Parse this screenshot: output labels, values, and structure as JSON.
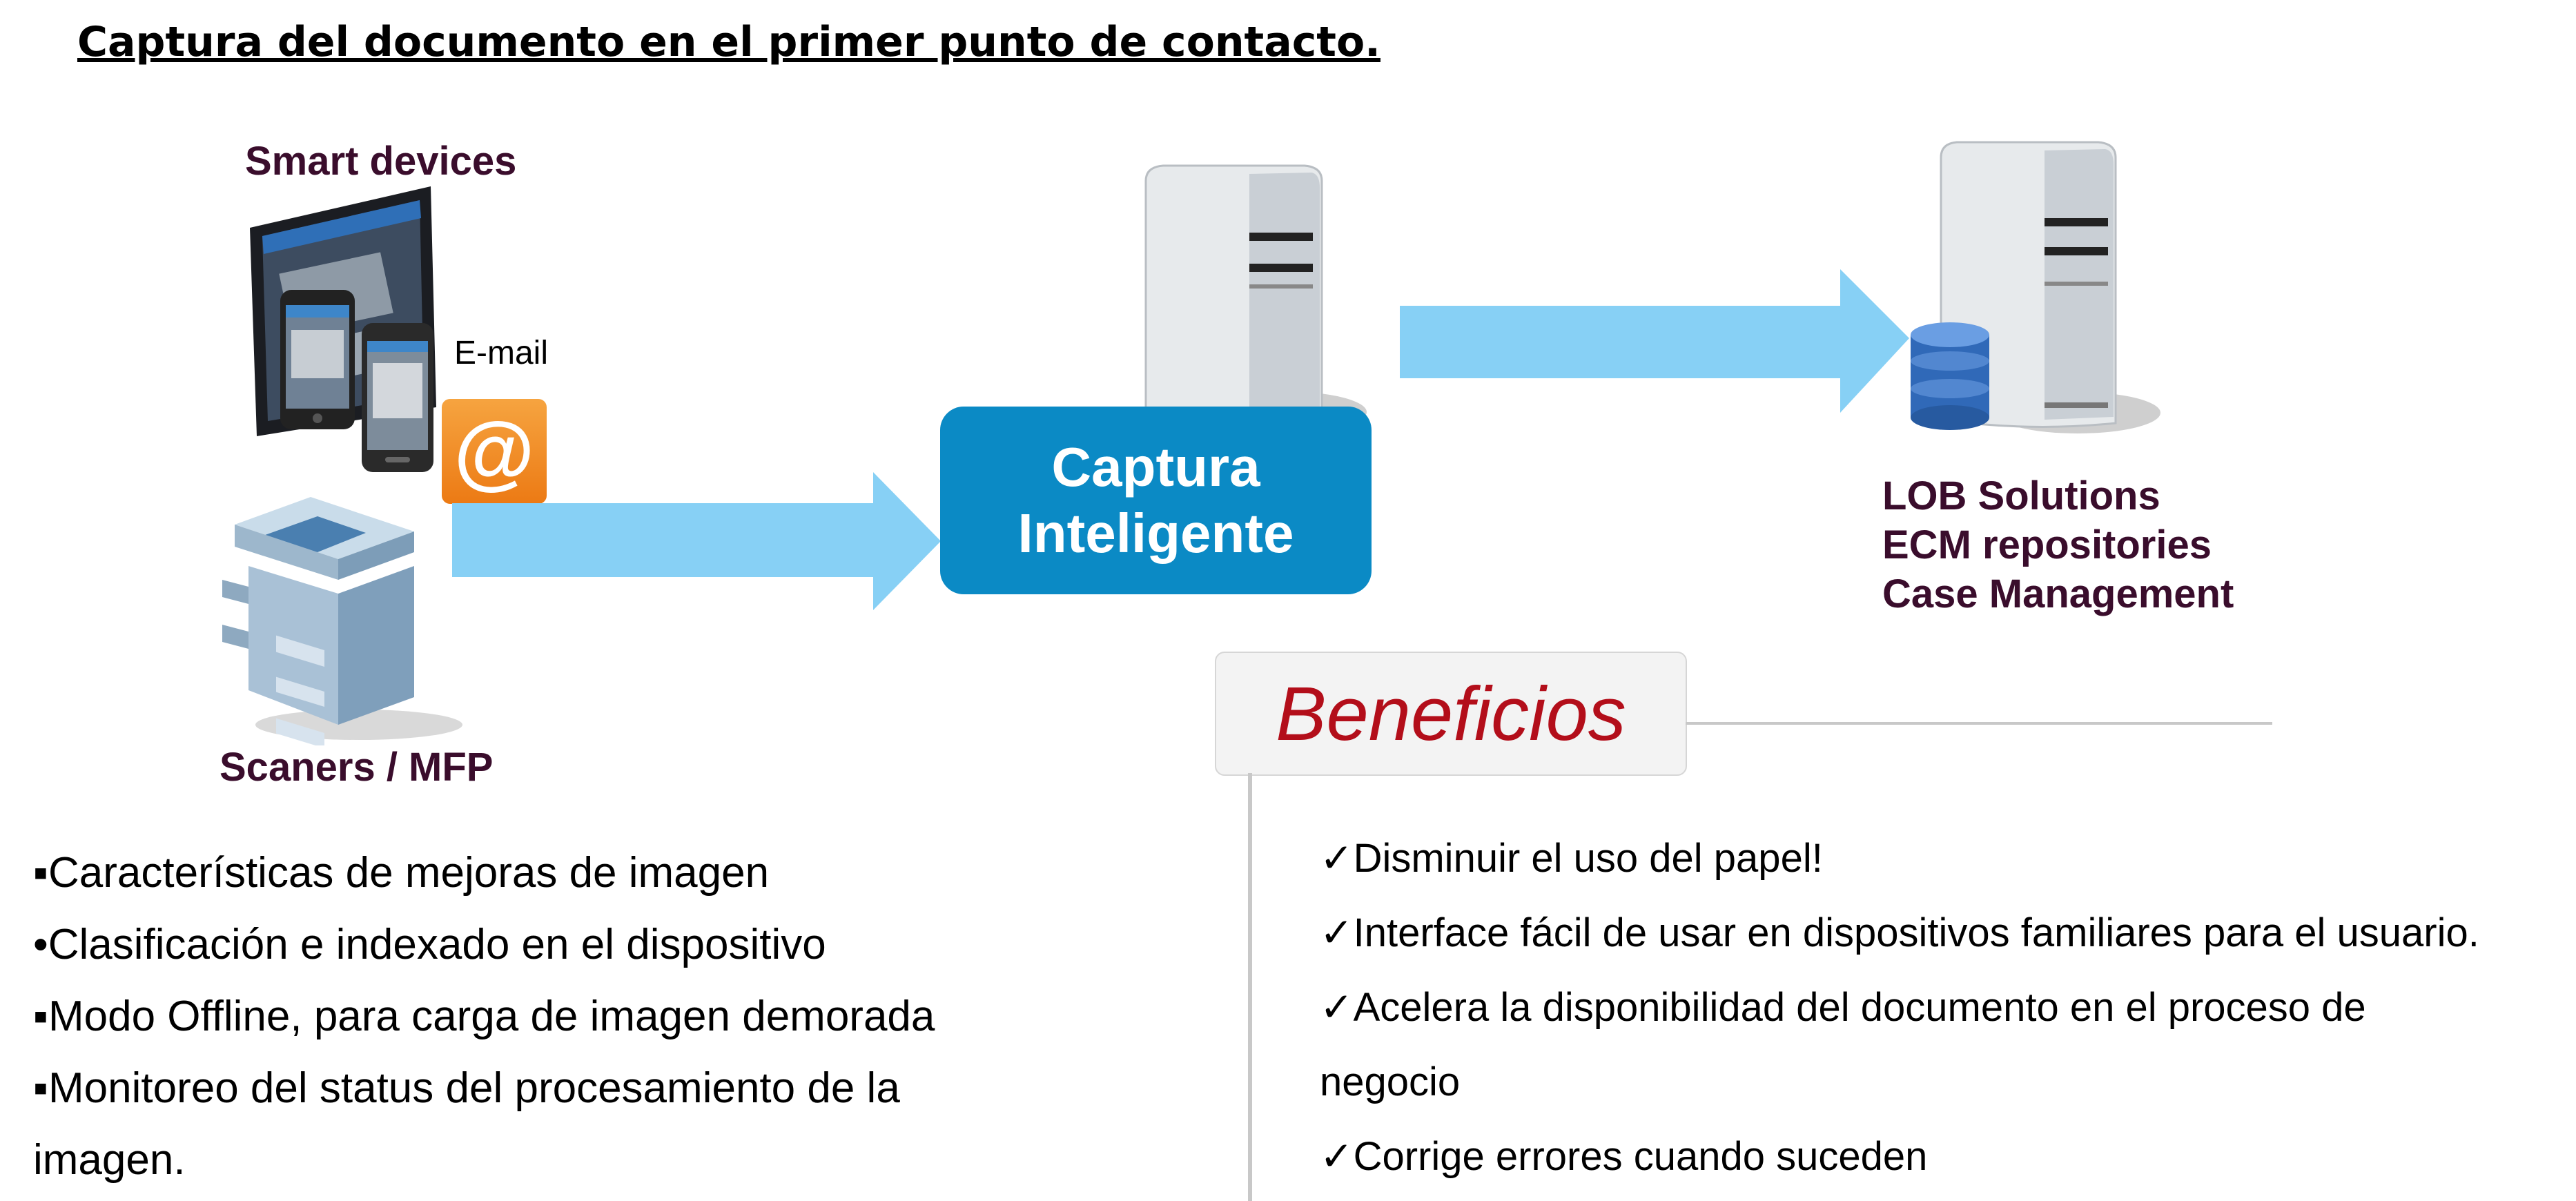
{
  "title": "Captura del documento en el primer punto de contacto.",
  "sources": {
    "smart_devices_label": "Smart devices",
    "email_label": "E-mail",
    "email_icon_text": "@",
    "scanners_label": "Scaners / MFP"
  },
  "capture": {
    "line1": "Captura",
    "line2": "Inteligente"
  },
  "destinations": [
    "LOB Solutions",
    "ECM repositories",
    "Case Management"
  ],
  "benefits_title": "Beneficios",
  "features": [
    "▪Características de mejoras de imagen",
    "•Clasificación e indexado en el dispositivo",
    "▪Modo Offline, para carga de imagen demorada",
    "▪Monitoreo del status del procesamiento de la",
    "imagen."
  ],
  "benefits": [
    "✓Disminuir el uso del papel!",
    "✓Interface fácil de usar en dispositivos familiares para el usuario.",
    "✓Acelera la disponibilidad del documento en el proceso de",
    "negocio",
    "✓Corrige errores cuando suceden"
  ],
  "colors": {
    "arrow": "#87d0f5",
    "capture_box": "#0b8ac5",
    "benefits_title": "#b30e1a",
    "label_dark": "#3a0d2c",
    "email_icon": "#f08a1d",
    "database": "#3069b8"
  },
  "icons": [
    "tablet-icon",
    "smartphone-icon",
    "email-icon",
    "scanner-mfp-icon",
    "server-icon",
    "database-icon"
  ]
}
